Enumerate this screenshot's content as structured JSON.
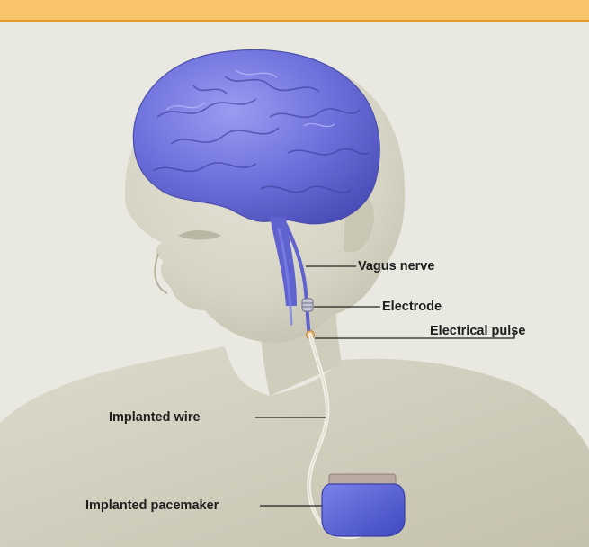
{
  "labels": {
    "vagus_nerve": "Vagus nerve",
    "electrode": "Electrode",
    "electrical_pulse": "Electrical pulse",
    "implanted_wire": "Implanted wire",
    "implanted_pacemaker": "Implanted pacemaker"
  },
  "colors": {
    "banner": "#f8c46c",
    "banner_border": "#e79a2c",
    "background": "#e9e8e1",
    "body": "#d7d5c6",
    "brain": "#6c70dc",
    "pacemaker": "#5a63d8",
    "label_text": "#1e1e1e",
    "leader_line": "#222222"
  }
}
